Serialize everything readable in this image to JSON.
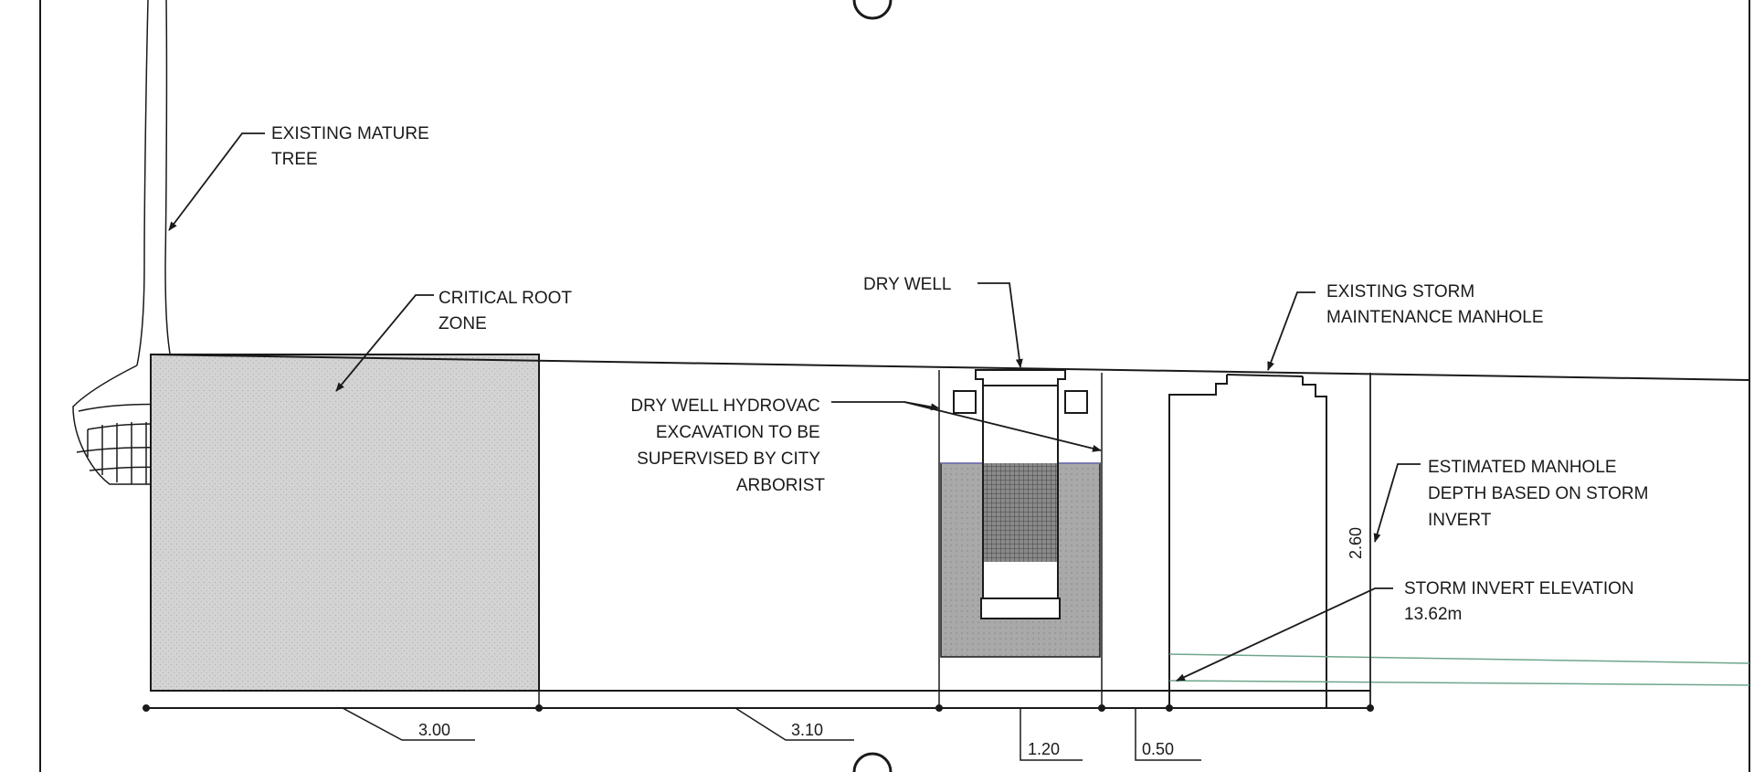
{
  "labels": {
    "existing_tree": [
      "EXISTING MATURE",
      "TREE"
    ],
    "critical_root_zone": [
      "CRITICAL ROOT",
      "ZONE"
    ],
    "dry_well": [
      "DRY WELL"
    ],
    "existing_manhole": [
      "EXISTING STORM",
      "MAINTENANCE MANHOLE"
    ],
    "hydrovac": [
      "DRY WELL HYDROVAC",
      "EXCAVATION TO BE",
      "SUPERVISED BY CITY",
      "ARBORIST"
    ],
    "estimated_depth": [
      "ESTIMATED MANHOLE",
      "DEPTH BASED ON STORM",
      "INVERT"
    ],
    "storm_invert": [
      "STORM INVERT ELEVATION",
      "13.62m"
    ]
  },
  "dimensions": {
    "root_zone_width": "3.00",
    "gap_width": "3.10",
    "dry_well_width": "1.20",
    "clearance_width": "0.50",
    "manhole_depth": "2.60"
  },
  "colors": {
    "line": "#1a1a1a",
    "root_zone_fill": "#d4d4d4",
    "backfill_fill": "#a9a9a9",
    "invert_line": "#6fa58c"
  }
}
